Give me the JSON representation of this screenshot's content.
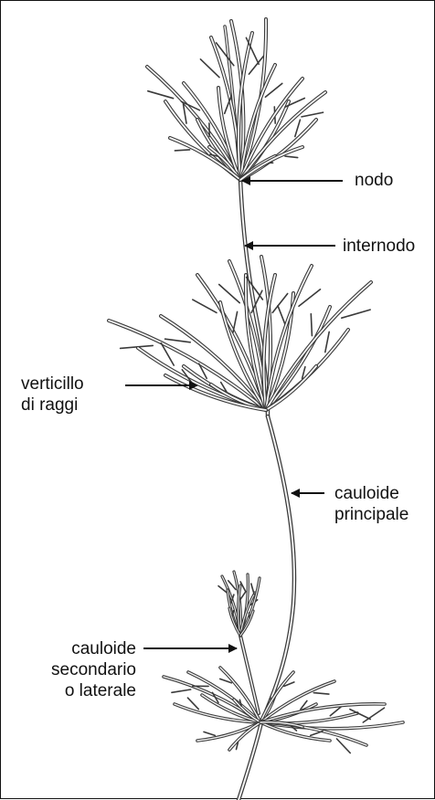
{
  "labels": {
    "nodo": "nodo",
    "internodo": "internodo",
    "verticillo_1": "verticillo",
    "verticillo_2": "di raggi",
    "cauloide_principale_1": "cauloide",
    "cauloide_principale_2": "principale",
    "cauloide_secondario_1": "cauloide",
    "cauloide_secondario_2": "secondario",
    "cauloide_secondario_3": "o laterale"
  },
  "colors": {
    "stroke": "#3a3a3a",
    "fill": "#f6f6f6",
    "text": "#111111",
    "arrow": "#111111"
  }
}
